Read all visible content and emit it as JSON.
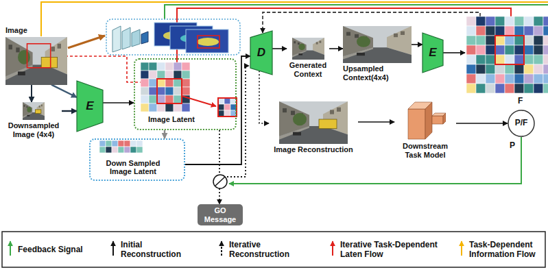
{
  "diagram": {
    "nodes": [
      {
        "text": [
          "Image"
        ]
      },
      {
        "text": [
          "Downsampled Image (4x4)"
        ]
      },
      {
        "text": [
          "E"
        ]
      },
      {
        "text": [
          "Image Latent"
        ]
      },
      {
        "text": [
          "Down Sampled Image Latent"
        ]
      },
      {
        "text": [
          "D"
        ]
      },
      {
        "text": [
          "Generated Context"
        ]
      },
      {
        "text": [
          "Upsampled Context(4x4)"
        ]
      },
      {
        "text": [
          "E"
        ]
      },
      {
        "text": [
          "Image Reconstruction"
        ]
      },
      {
        "text": [
          "Downstream Task Model"
        ]
      },
      {
        "text": [
          "P/F"
        ]
      },
      {
        "text": [
          "GO Message"
        ]
      }
    ],
    "edges": [
      {
        "from": 0,
        "to": 1,
        "arrow": "to"
      },
      {
        "from": 1,
        "to": 2,
        "arrow": "to"
      },
      {
        "from": 0,
        "to": 2,
        "arrow": "to"
      },
      {
        "from": 2,
        "to": 3,
        "arrow": "to"
      },
      {
        "from": 3,
        "to": 4,
        "arrow": "to"
      },
      {
        "from": 4,
        "to": 5,
        "arrow": "to"
      },
      {
        "from": 3,
        "to": 12,
        "arrow": "to"
      },
      {
        "from": 5,
        "to": 6,
        "arrow": "to"
      },
      {
        "from": 6,
        "to": 7,
        "arrow": "to"
      },
      {
        "from": 7,
        "to": 8,
        "arrow": "to"
      },
      {
        "from": 5,
        "to": 9,
        "arrow": "to"
      },
      {
        "from": 9,
        "to": 10,
        "arrow": "to"
      },
      {
        "from": 10,
        "to": 11,
        "arrow": "to"
      }
    ],
    "labels": [
      "F",
      "P"
    ],
    "legend": [
      {
        "text": "Feedback Signal"
      },
      {
        "text": "Initial Reconstruction"
      },
      {
        "text": "Iterative Reconstruction"
      },
      {
        "text": "Iterative Task-Dependent Laten Flow"
      },
      {
        "text": "Task-Dependent Information Flow"
      }
    ]
  }
}
